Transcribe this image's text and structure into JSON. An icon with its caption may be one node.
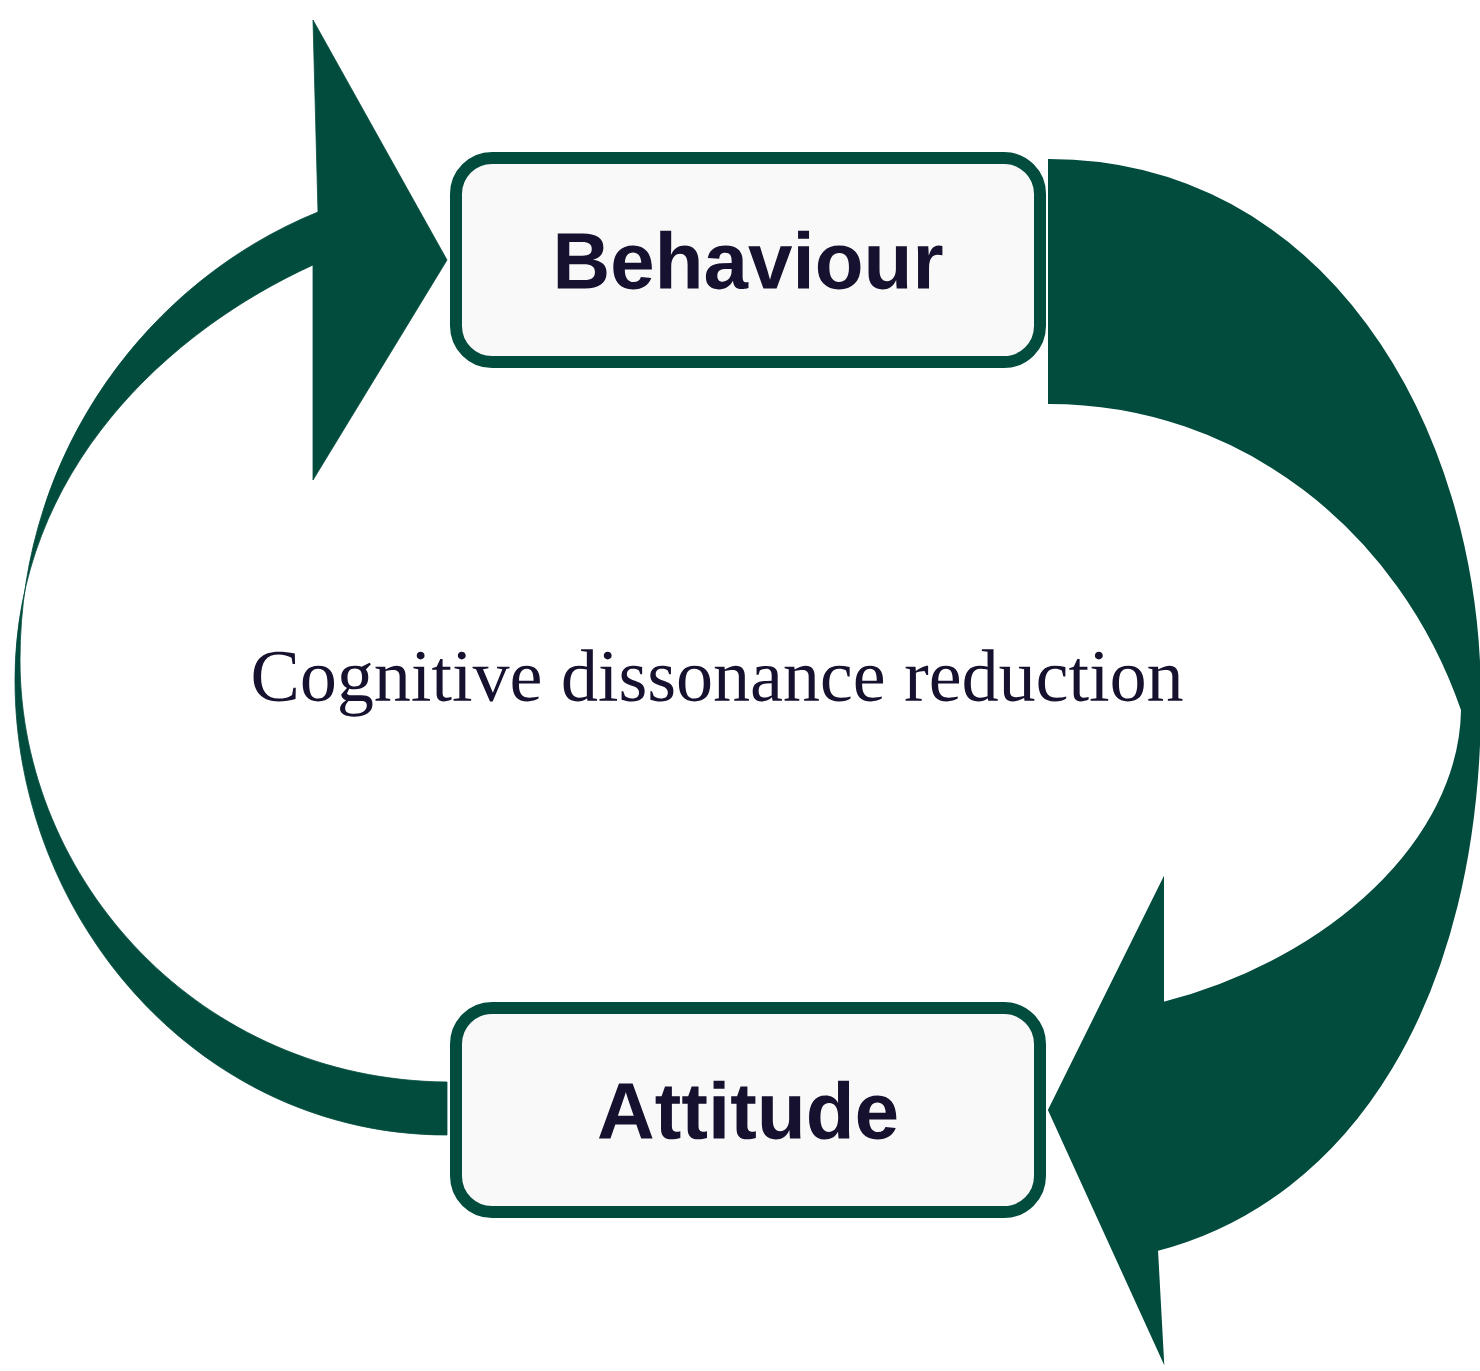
{
  "diagram": {
    "nodes": [
      {
        "text": [
          "Behaviour"
        ]
      },
      {
        "text": [
          "Attitude"
        ]
      }
    ],
    "edges": [
      {
        "from": 0,
        "to": 1,
        "arrow": "to",
        "style": "thick"
      },
      {
        "from": 1,
        "to": 0,
        "arrow": "to"
      }
    ],
    "labels": [
      "Cognitive dissonance reduction"
    ]
  }
}
